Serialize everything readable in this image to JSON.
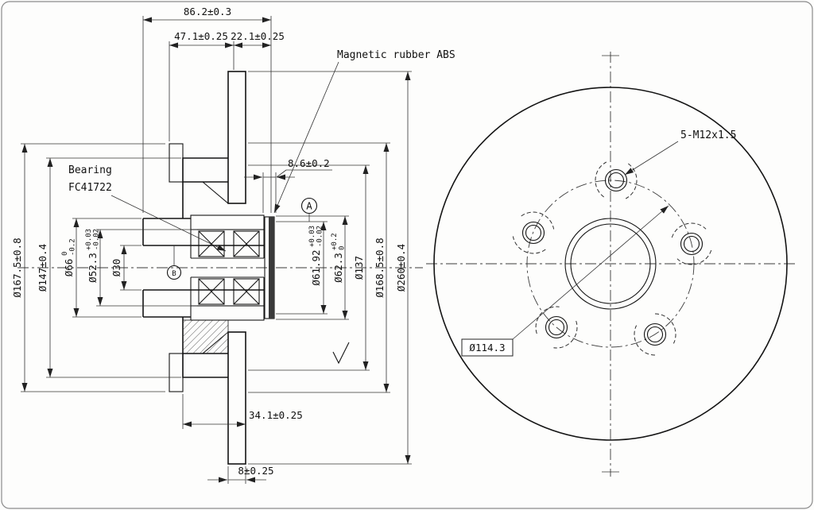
{
  "section": {
    "total_width": "86.2±0.3",
    "flange_width": "47.1±0.25",
    "right_width": "22.1±0.25",
    "abs_label": "Magnetic rubber ABS",
    "bearing_label": "Bearing",
    "bearing_code": "FC41722",
    "abs_gap": "8.6±0.2",
    "dia_167": "Ø167.5±0.8",
    "dia_147": "Ø147±0.4",
    "dia_66": "Ø66",
    "dia_66_up": "0",
    "dia_66_lo": "-0.2",
    "dia_52": "Ø52.3",
    "dia_52_up": "+0.03",
    "dia_52_lo": "-0.02",
    "dia_30": "Ø30",
    "dia_6192": "Ø61.92",
    "dia_6192_up": "+0.03",
    "dia_6192_lo": "-0.02",
    "dia_623": "Ø62.3",
    "dia_623_up": "+0.2",
    "dia_623_lo": "0",
    "dia_137": "Ø137",
    "dia_1685": "Ø168.5±0.8",
    "dia_260": "Ø260±0.4",
    "hub_depth": "34.1±0.25",
    "disc_thickness": "8±0.25",
    "datum_a": "A",
    "datum_b": "B"
  },
  "front": {
    "bolt_spec": "5-M12x1.5",
    "bolt_circle_dia": "Ø114.3"
  }
}
